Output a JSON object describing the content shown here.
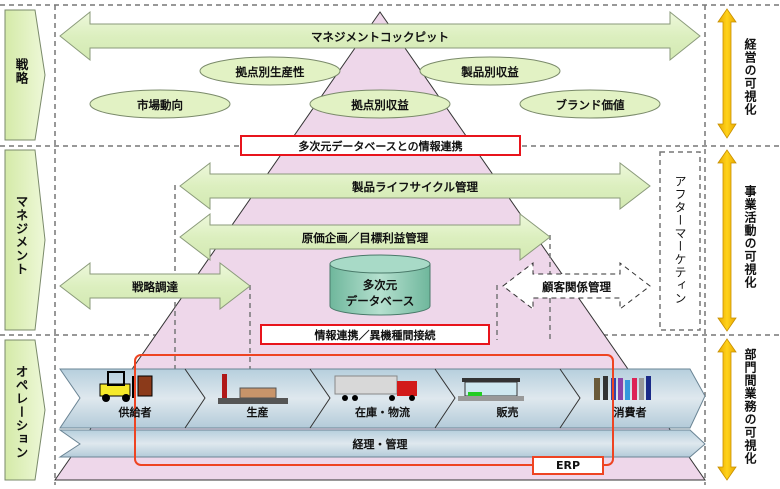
{
  "colors": {
    "arrow_fill": "#e2f2c4",
    "arrow_stroke": "#8a9a7a",
    "pyramid_fill": "#eed7ea",
    "band_fill": "#c9dbe6",
    "red_box": "#e8141c",
    "erp_line": "#ee4422",
    "visibility_arrow": "#f7c200",
    "cylinder_fill": "#8ccbb4"
  },
  "layers": [
    {
      "id": "strategy",
      "label": "戦略",
      "visibility": "経営の可視化"
    },
    {
      "id": "management",
      "label": "マネジメント",
      "visibility": "事業活動の可視化"
    },
    {
      "id": "operation",
      "label": "オペレーション",
      "visibility": "部門間業務の可視化"
    }
  ],
  "strategy": {
    "cockpit": "マネジメントコックピット",
    "ovals": [
      "拠点別生産性",
      "製品別収益",
      "市場動向",
      "拠点別収益",
      "ブランド価値"
    ],
    "link_box": "多次元データベースとの情報連携"
  },
  "management": {
    "product_lifecycle": "製品ライフサイクル管理",
    "cost_planning": "原価企画／目標利益管理",
    "strategic_procurement": "戦略調達",
    "database_line1": "多次元",
    "database_line2": "データベース",
    "crm": "顧客関係管理",
    "after_marketing": "アフターマーケティン",
    "link_box": "情報連携／異機種間接続"
  },
  "operation": {
    "chain": [
      "供給者",
      "生産",
      "在庫・物流",
      "販売",
      "消費者"
    ],
    "accounting": "経理・管理",
    "erp": "ERP"
  }
}
